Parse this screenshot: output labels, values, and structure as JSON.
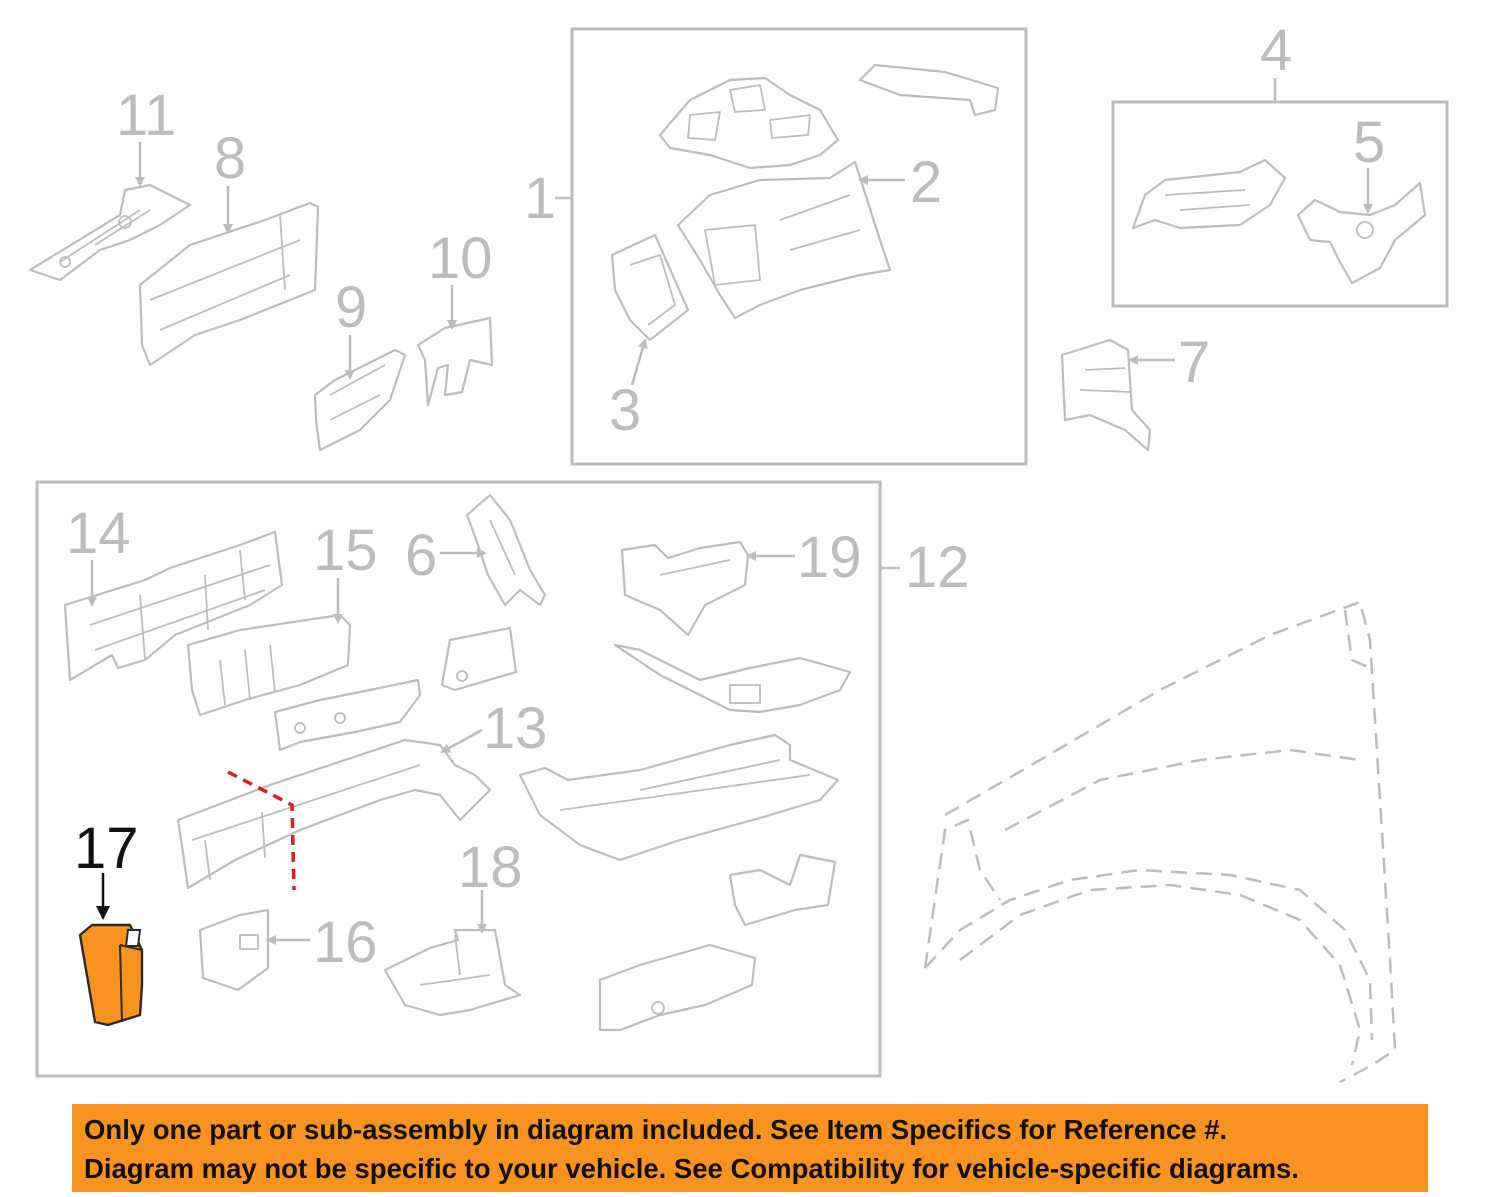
{
  "callouts": {
    "c1": "1",
    "c2": "2",
    "c3": "3",
    "c4": "4",
    "c5": "5",
    "c6": "6",
    "c7": "7",
    "c8": "8",
    "c9": "9",
    "c10": "10",
    "c11": "11",
    "c12": "12",
    "c13": "13",
    "c14": "14",
    "c15": "15",
    "c16": "16",
    "c17": "17",
    "c18": "18",
    "c19": "19"
  },
  "highlighted_part": "17",
  "colors": {
    "highlight": "#f7931e",
    "cut_line": "#d61f26",
    "line_art": "#bcbcbc",
    "banner": "#f7931e"
  },
  "notice": {
    "line1": "Only one part or sub-assembly in diagram included. See Item Specifics for Reference #.",
    "line2": "Diagram may not be specific to your vehicle. See Compatibility for vehicle-specific diagrams."
  }
}
